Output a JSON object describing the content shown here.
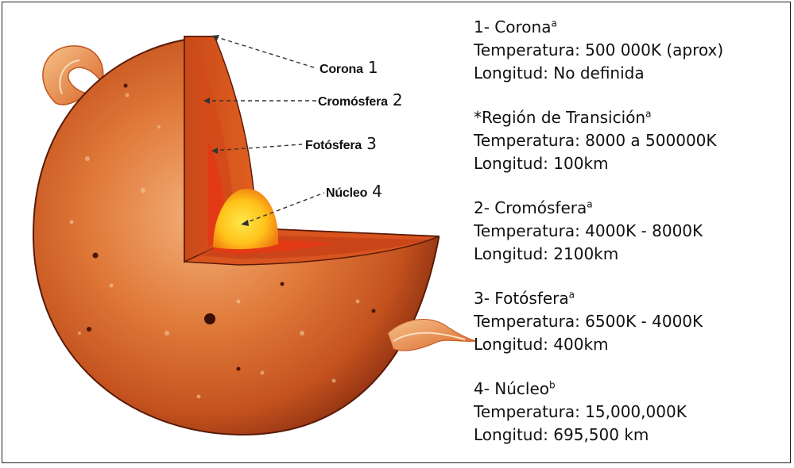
{
  "callouts": [
    {
      "label": "Corona",
      "number": "1"
    },
    {
      "label": "Cromósfera",
      "number": "2"
    },
    {
      "label": "Fotósfera",
      "number": "3"
    },
    {
      "label": "Núcleo",
      "number": "4"
    }
  ],
  "layers": [
    {
      "title": "1- Corona",
      "sup": "a",
      "temperature": "Temperatura: 500 000K (aprox)",
      "length": "Longitud: No definida"
    },
    {
      "title": "*Región de Transición",
      "sup": "a",
      "temperature": "Temperatura: 8000 a 500000K",
      "length": "Longitud: 100km"
    },
    {
      "title": "2- Cromósfera",
      "sup": "a",
      "temperature": "Temperatura: 4000K - 8000K",
      "length": "Longitud: 2100km"
    },
    {
      "title": "3- Fotósfera",
      "sup": "a",
      "temperature": "Temperatura: 6500K - 4000K",
      "length": "Longitud: 400km"
    },
    {
      "title": "4- Núcleo",
      "sup": "b",
      "temperature": "Temperatura: 15,000,000K",
      "length": "Longitud: 695,500 km"
    }
  ],
  "colors": {
    "sun_outer": "#c8531f",
    "sun_edge": "#7a2a0e",
    "chromosphere": "#d9541e",
    "photosphere": "#e8431a",
    "core": "#ffd11a"
  }
}
